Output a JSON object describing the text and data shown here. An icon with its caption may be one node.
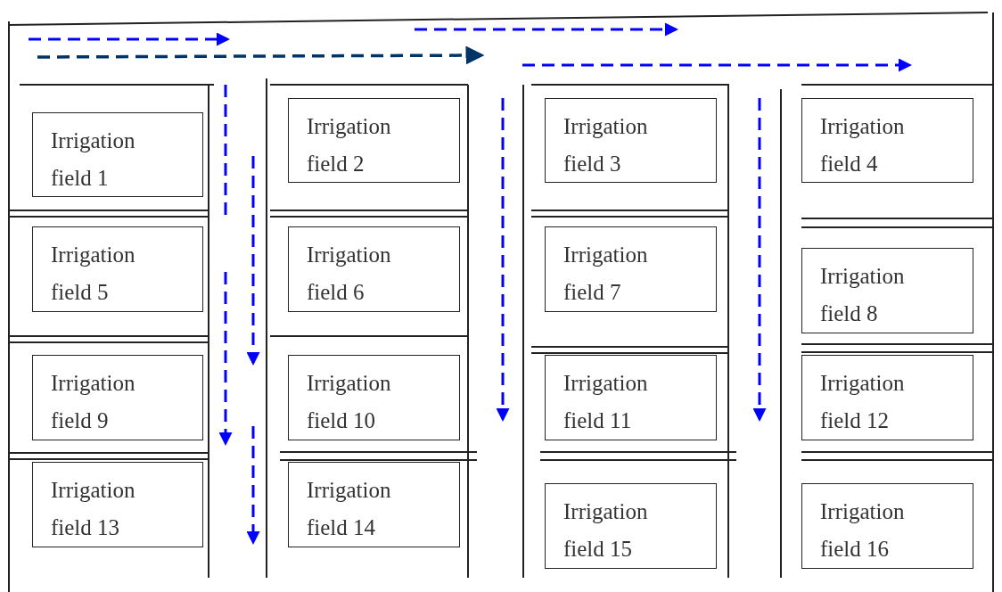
{
  "diagram": {
    "nodes": [
      {
        "text": [
          "Irrigation field 1"
        ]
      },
      {
        "text": [
          "Irrigation field 2"
        ]
      },
      {
        "text": [
          "Irrigation field 3"
        ]
      },
      {
        "text": [
          "Irrigation field 4"
        ]
      },
      {
        "text": [
          "Irrigation field 5"
        ]
      },
      {
        "text": [
          "Irrigation field 6"
        ]
      },
      {
        "text": [
          "Irrigation field 7"
        ]
      },
      {
        "text": [
          "Irrigation field 8"
        ]
      },
      {
        "text": [
          "Irrigation field 9"
        ]
      },
      {
        "text": [
          "Irrigation field 10"
        ]
      },
      {
        "text": [
          "Irrigation field 11"
        ]
      },
      {
        "text": [
          "Irrigation field 12"
        ]
      },
      {
        "text": [
          "Irrigation field 13"
        ]
      },
      {
        "text": [
          "Irrigation field 14"
        ]
      },
      {
        "text": [
          "Irrigation field 15"
        ]
      },
      {
        "text": [
          "Irrigation field 16"
        ]
      }
    ]
  }
}
